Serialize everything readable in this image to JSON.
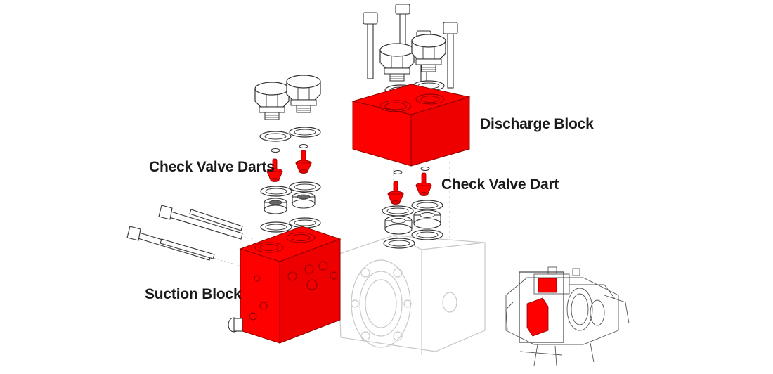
{
  "labels": {
    "check_valve_darts": "Check Valve Darts",
    "check_valve_dart": "Check Valve Dart",
    "discharge_block": "Discharge Block",
    "suction_block": "Suction Block"
  },
  "colors": {
    "highlight_red": "#ff0000",
    "line_dark": "#333333",
    "line_faint": "#c8c8c8",
    "label_text": "#1a1a1a"
  }
}
